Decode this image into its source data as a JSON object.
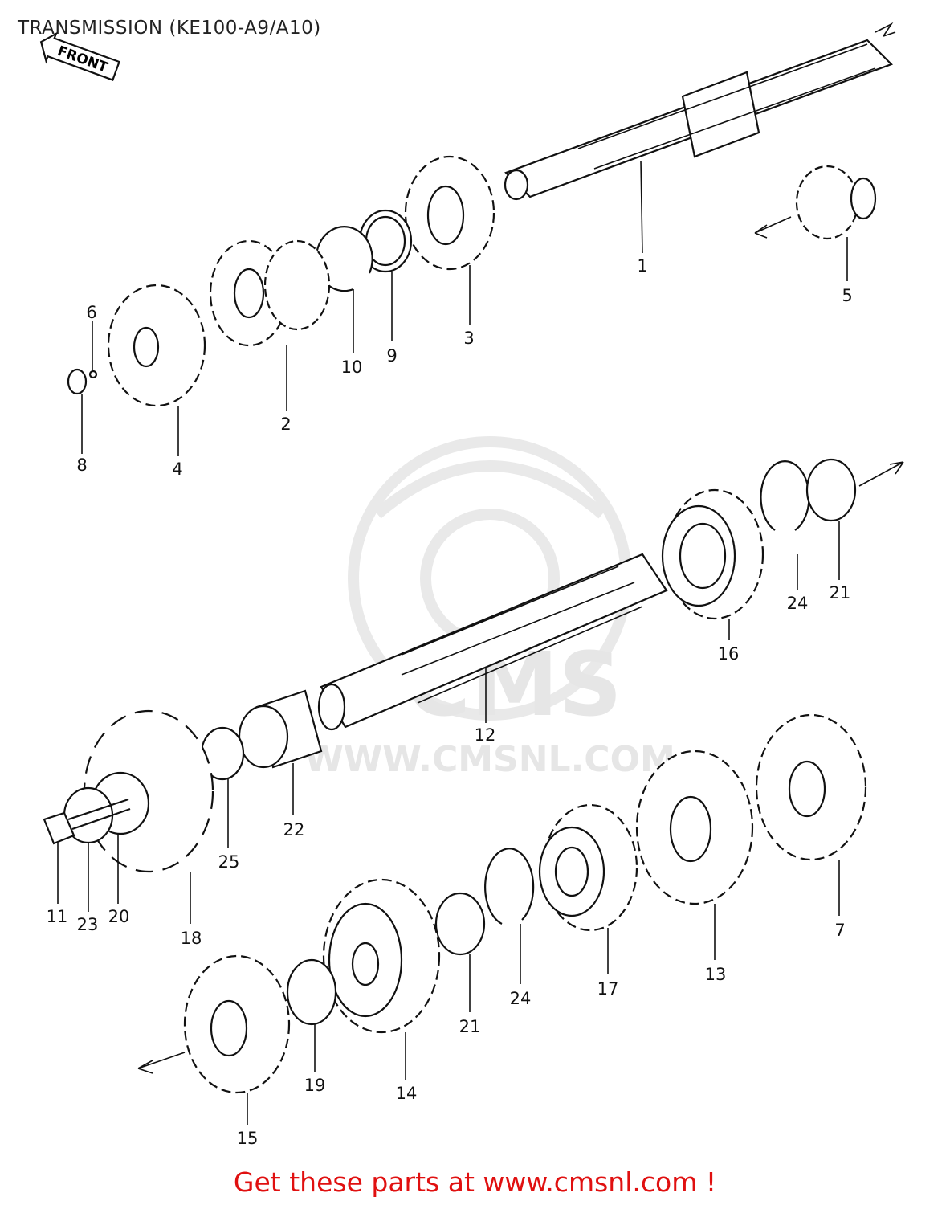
{
  "title": "TRANSMISSION (KE100-A9/A10)",
  "front_badge": "FRONT",
  "watermark": {
    "brand": "CMS",
    "url": "WWW.CMSNL.COM"
  },
  "footer": "Get these parts at www.cmsnl.com !",
  "callouts": [
    "1",
    "2",
    "3",
    "4",
    "5",
    "6",
    "7",
    "8",
    "9",
    "10",
    "11",
    "12",
    "13",
    "14",
    "15",
    "16",
    "17",
    "18",
    "19",
    "20",
    "21",
    "22",
    "23",
    "24",
    "25",
    "21",
    "24"
  ]
}
